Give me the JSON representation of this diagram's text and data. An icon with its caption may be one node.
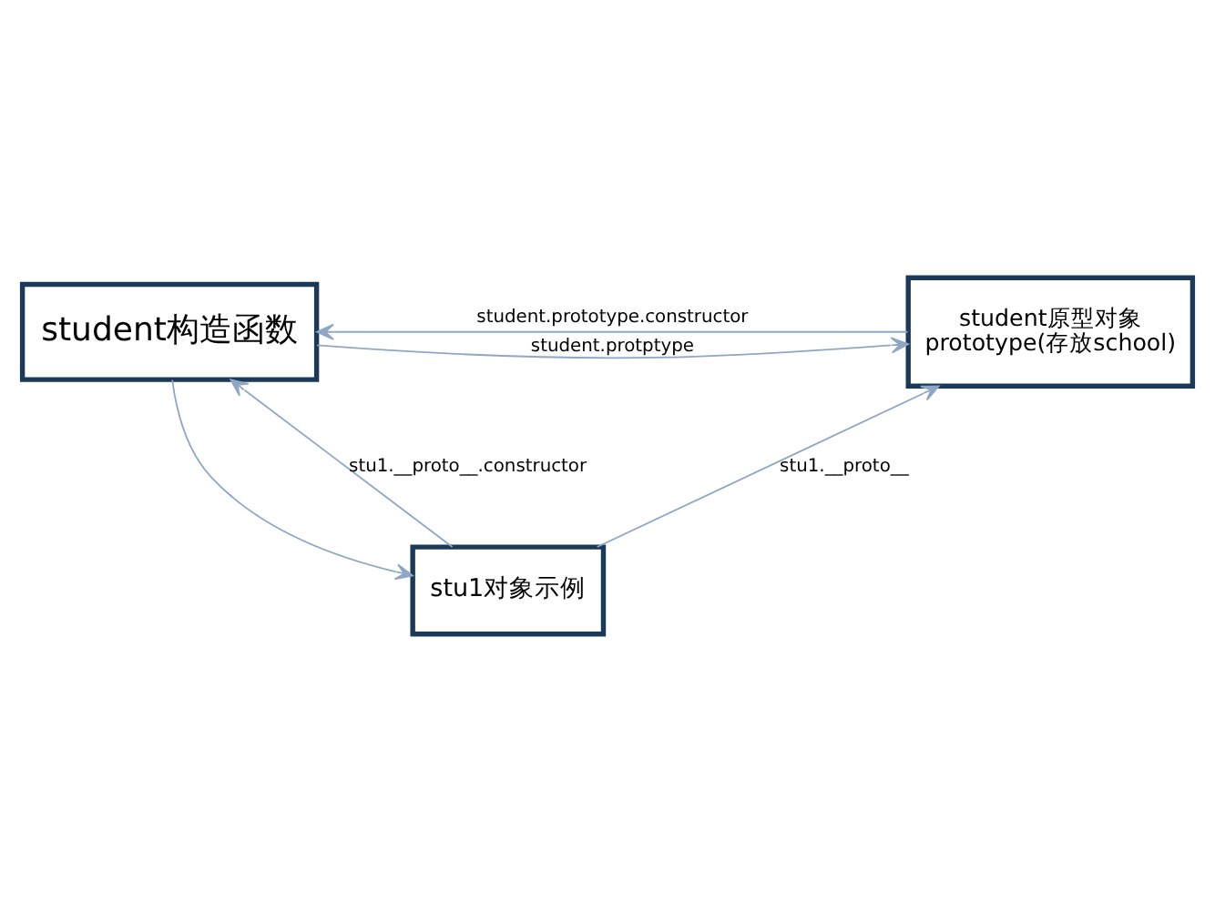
{
  "diagram": {
    "nodes": [
      {
        "text": [
          "student构造函数"
        ]
      },
      {
        "text": [
          "student原型对象",
          "prototype(存放school)"
        ]
      },
      {
        "text": [
          "stu1对象示例"
        ]
      }
    ],
    "edges": [
      {
        "from": 0,
        "to": 1,
        "arrow": "to",
        "label": "student.protptype"
      },
      {
        "from": 1,
        "to": 0,
        "arrow": "to",
        "label": "student.prototype.constructor"
      },
      {
        "from": 0,
        "to": 2,
        "arrow": "to"
      },
      {
        "from": 2,
        "to": 0,
        "arrow": "to",
        "label": "stu1.__proto__.constructor"
      },
      {
        "from": 2,
        "to": 1,
        "arrow": "to",
        "label": "stu1.__proto__"
      }
    ]
  }
}
